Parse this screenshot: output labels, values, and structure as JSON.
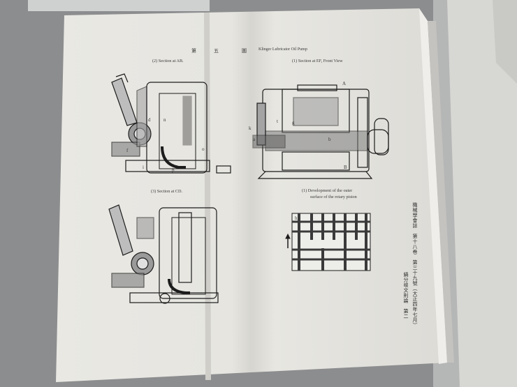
{
  "page": {
    "plate_header": {
      "left_glyph": "第",
      "middle_glyph": "五",
      "right_glyph": "圖",
      "title": "Klinger Lubricator Oil Pump"
    },
    "captions": {
      "section_ab": "(2) Section at AB.",
      "section_ef": "(1) Section at EF, Front View",
      "section_cd": "(3) Section at CD.",
      "development_line1": "(1) Development of the outer",
      "development_line2": "surface of the rotary piston"
    },
    "margin_note": {
      "col1": "機械學會誌　第十八卷　第三十九號（大正四年七月）",
      "col2": "鍋分岐文則論　第二"
    },
    "figure_letters": [
      "a",
      "b",
      "d",
      "e",
      "f",
      "g",
      "h",
      "i",
      "k",
      "n",
      "o",
      "p",
      "t",
      "A",
      "B"
    ]
  }
}
